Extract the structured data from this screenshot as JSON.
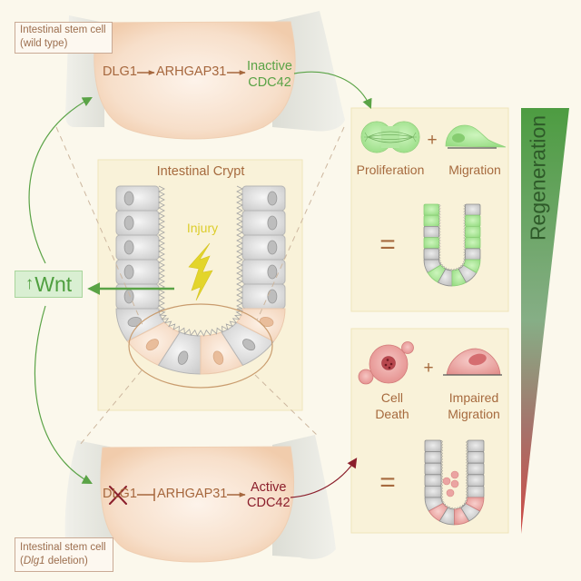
{
  "top_cell": {
    "label_line1": "Intestinal stem cell",
    "label_line2": "(wild type)",
    "pathway": {
      "node1": "DLG1",
      "node2": "ARHGAP31",
      "link1": "activates",
      "link2": "activates",
      "result_line1": "Inactive",
      "result_line2": "CDC42"
    }
  },
  "bottom_cell": {
    "label_line1": "Intestinal stem cell",
    "label_line2_open": "(",
    "label_line2_gene": "Dlg1",
    "label_line2_rest": " deletion)",
    "pathway": {
      "node1": "DLG1",
      "node1_state": "deleted",
      "node2": "ARHGAP31",
      "link1": "inhibited",
      "link2": "activates",
      "result_line1": "Active",
      "result_line2": "CDC42"
    }
  },
  "crypt": {
    "title": "Intestinal Crypt",
    "injury_label": "Injury",
    "cells": {
      "left": [
        "gray",
        "gray",
        "gray",
        "gray",
        "gray"
      ],
      "arc": [
        "gray",
        "stem",
        "gray",
        "stem",
        "gray",
        "stem"
      ],
      "right": [
        "gray",
        "gray",
        "gray",
        "gray",
        "gray"
      ]
    }
  },
  "wnt": {
    "arrow": "↑",
    "label": "Wnt"
  },
  "wild_type_outcome": {
    "item1": "Proliferation",
    "plus": "+",
    "item2": "Migration",
    "equals": "=",
    "crypt_cells": {
      "left": [
        "green",
        "green",
        "gray",
        "green",
        "gray"
      ],
      "arc": [
        "gray",
        "green",
        "gray",
        "green",
        "gray",
        "green"
      ],
      "right": [
        "gray",
        "green",
        "green",
        "green",
        "gray"
      ]
    }
  },
  "deletion_outcome": {
    "item1_line1": "Cell",
    "item1_line2": "Death",
    "plus": "+",
    "item2_line1": "Impaired",
    "item2_line2": "Migration",
    "equals": "=",
    "apoptotic_bodies": 4,
    "crypt_cells": {
      "left": [
        "gray",
        "gray",
        "gray",
        "gray",
        "gray"
      ],
      "arc": [
        "gray",
        "red",
        "gray",
        "red",
        "gray",
        "red"
      ],
      "right": [
        "gray",
        "gray",
        "gray",
        "gray",
        "gray"
      ]
    }
  },
  "regeneration": {
    "label": "Regeneration",
    "high_color": "#4d9c41",
    "low_color": "#cf4a45"
  },
  "colors": {
    "background": "#fbf8ec",
    "activation_green": "#5aa346",
    "defect_red": "#8b1e2b",
    "text_brown": "#a6673d",
    "injury_yellow": "#dccd2a"
  }
}
